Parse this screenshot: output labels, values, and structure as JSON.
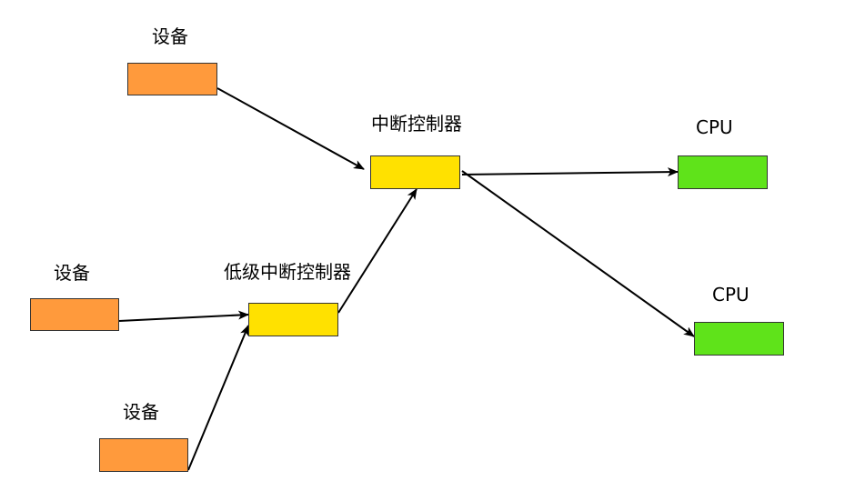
{
  "colors": {
    "device": "#FF9A3C",
    "controller": "#FFE100",
    "cpu": "#5FE31A",
    "edge": "#000000"
  },
  "nodes": {
    "device_1": {
      "label": "设备",
      "kind": "device"
    },
    "device_2": {
      "label": "设备",
      "kind": "device"
    },
    "device_3": {
      "label": "设备",
      "kind": "device"
    },
    "low_controller": {
      "label": "低级中断控制器",
      "kind": "controller"
    },
    "controller": {
      "label": "中断控制器",
      "kind": "controller"
    },
    "cpu_1": {
      "label": "CPU",
      "kind": "cpu"
    },
    "cpu_2": {
      "label": "CPU",
      "kind": "cpu"
    }
  },
  "edges": [
    {
      "from": "device_1",
      "to": "controller"
    },
    {
      "from": "device_2",
      "to": "low_controller"
    },
    {
      "from": "device_3",
      "to": "low_controller"
    },
    {
      "from": "low_controller",
      "to": "controller"
    },
    {
      "from": "controller",
      "to": "cpu_1"
    },
    {
      "from": "controller",
      "to": "cpu_2"
    }
  ]
}
